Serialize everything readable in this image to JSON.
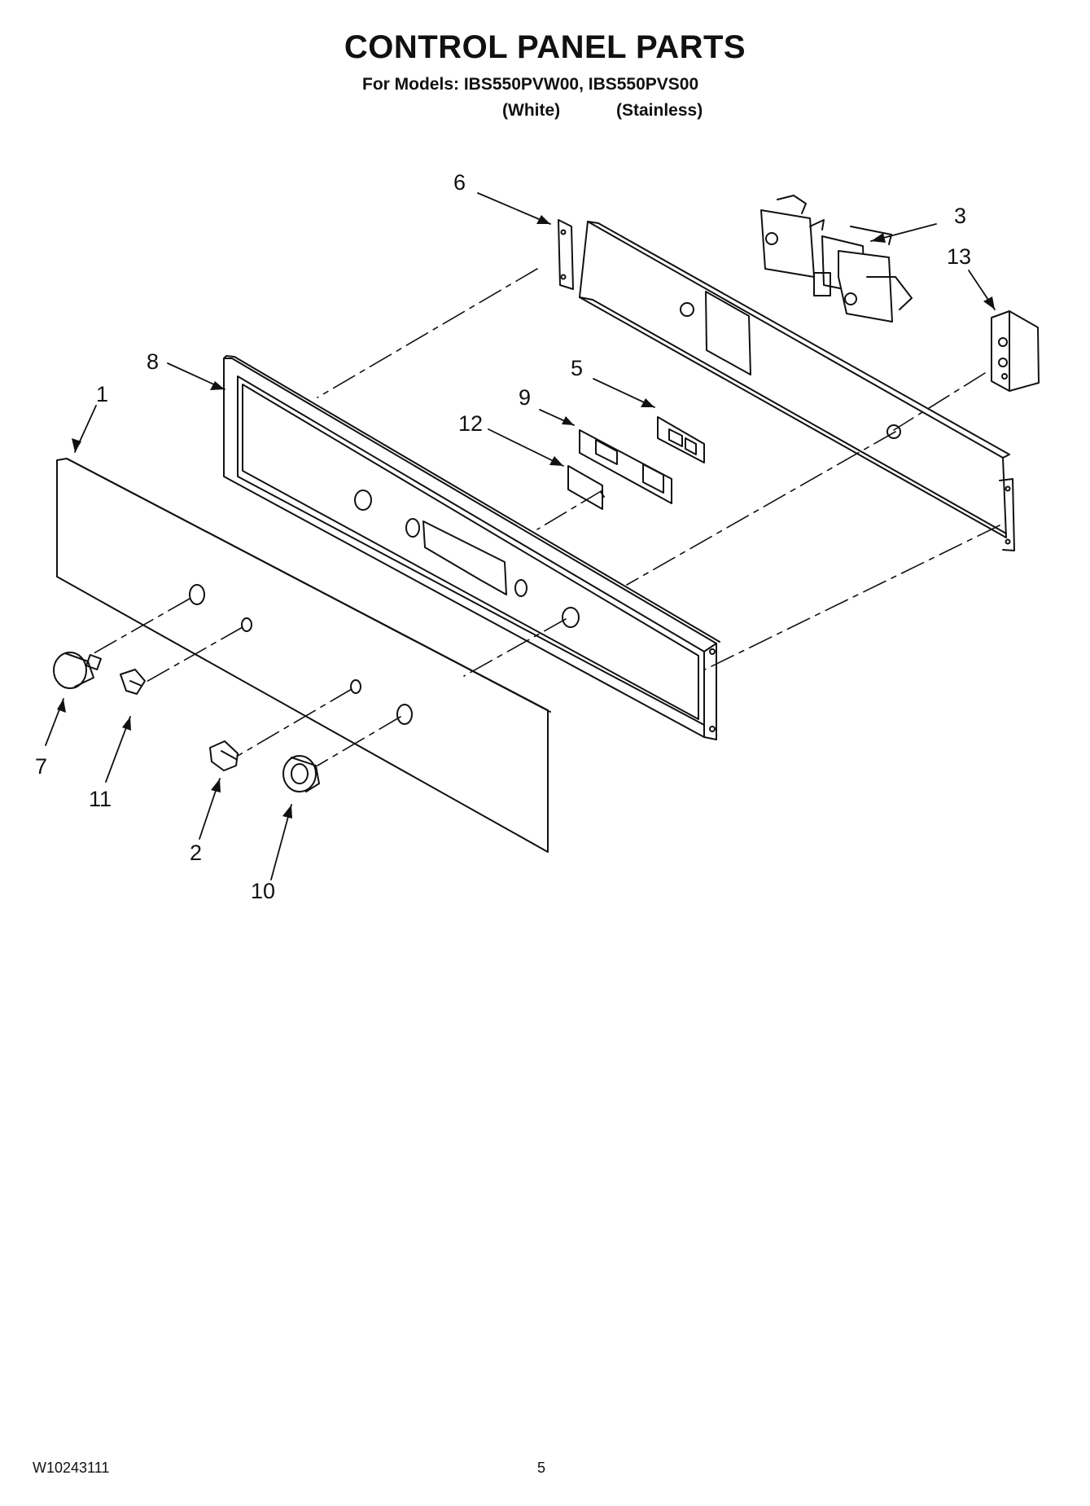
{
  "header": {
    "title": "CONTROL PANEL PARTS",
    "models_line": "For Models: IBS550PVW00, IBS550PVS00",
    "variant_white": "(White)",
    "variant_stainless": "(Stainless)"
  },
  "callouts": [
    "1",
    "2",
    "3",
    "5",
    "6",
    "7",
    "8",
    "9",
    "10",
    "11",
    "12",
    "13"
  ],
  "footer": {
    "doc_number": "W10243111",
    "page_number": "5"
  }
}
